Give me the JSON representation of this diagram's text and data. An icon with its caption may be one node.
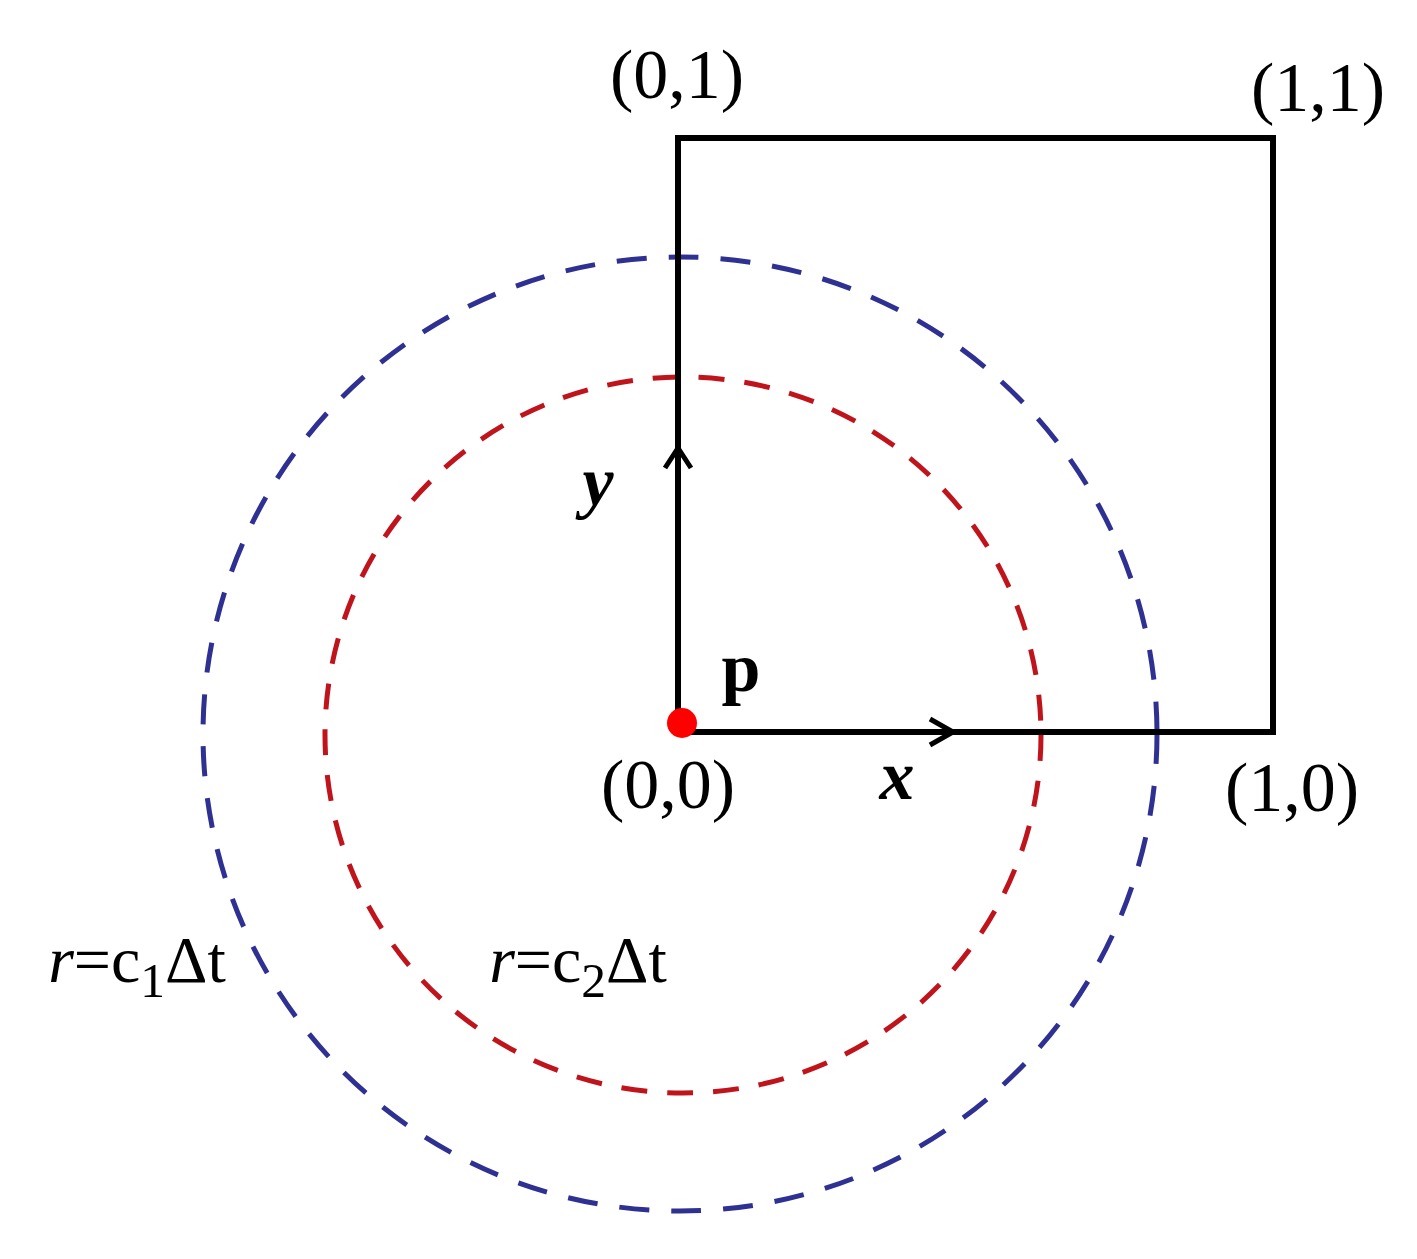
{
  "diagram": {
    "labels": [
      "(0,1)",
      "(1,1)",
      "y",
      "p",
      "(0,0)",
      "x",
      "(1,0)",
      "*r*=c$_{1}$Δt",
      "*r*=c$_{2}$Δt"
    ]
  }
}
